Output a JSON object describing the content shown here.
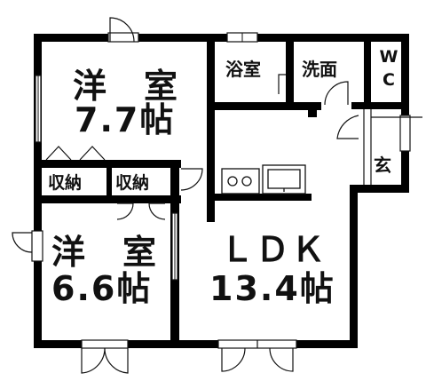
{
  "rooms": {
    "western_room_1": {
      "name": "洋　室",
      "size": "7.7帖"
    },
    "western_room_2": {
      "name": "洋　室",
      "size": "6.6帖"
    },
    "ldk": {
      "name": "ＬＤＫ",
      "size": "13.4帖"
    },
    "bathroom": {
      "name": "浴室"
    },
    "washroom": {
      "name": "洗面"
    },
    "toilet": {
      "line1": "W",
      "line2": "C"
    },
    "entrance": {
      "name": "玄"
    },
    "storage_1": {
      "name": "収納"
    },
    "storage_2": {
      "name": "収納"
    }
  },
  "colors": {
    "wall": "#000000",
    "line": "#111111",
    "background": "#ffffff"
  }
}
